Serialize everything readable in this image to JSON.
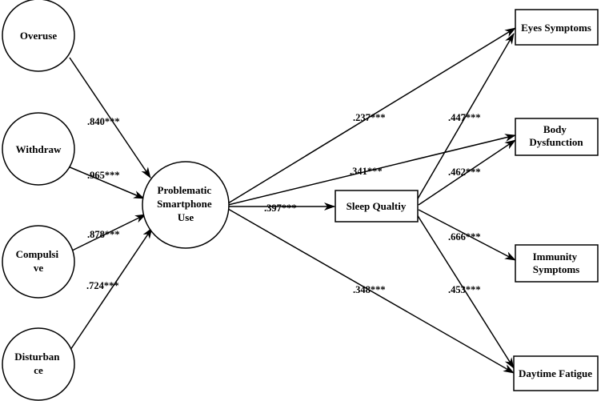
{
  "nodes": {
    "overuse": {
      "lines": [
        "Overuse"
      ]
    },
    "withdraw": {
      "lines": [
        "Withdraw"
      ]
    },
    "compulsive": {
      "lines": [
        "Compulsi",
        "ve"
      ]
    },
    "disturbance": {
      "lines": [
        "Disturban",
        "ce"
      ]
    },
    "psu": {
      "lines": [
        "Problematic",
        "Smartphone",
        "Use"
      ]
    },
    "sleep": {
      "lines": [
        "Sleep Qualtiy"
      ]
    },
    "eyes": {
      "lines": [
        "Eyes Symptoms"
      ]
    },
    "body": {
      "lines": [
        "Body",
        "Dysfunction"
      ]
    },
    "immunity": {
      "lines": [
        "Immunity",
        "Symptoms"
      ]
    },
    "fatigue": {
      "lines": [
        "Daytime Fatigue"
      ]
    }
  },
  "edges": [
    {
      "id": "overuse-psu",
      "label": ".840***"
    },
    {
      "id": "withdraw-psu",
      "label": ".965***"
    },
    {
      "id": "compulsive-psu",
      "label": ".878***"
    },
    {
      "id": "disturbance-psu",
      "label": ".724***"
    },
    {
      "id": "psu-eyes",
      "label": ".237***"
    },
    {
      "id": "psu-body",
      "label": ".341***"
    },
    {
      "id": "psu-sleep",
      "label": ".397***"
    },
    {
      "id": "psu-fatigue",
      "label": ".348***"
    },
    {
      "id": "sleep-eyes",
      "label": ".447***"
    },
    {
      "id": "sleep-body",
      "label": ".462***"
    },
    {
      "id": "sleep-immunity",
      "label": ".666***"
    },
    {
      "id": "sleep-fatigue",
      "label": ".453***"
    }
  ]
}
